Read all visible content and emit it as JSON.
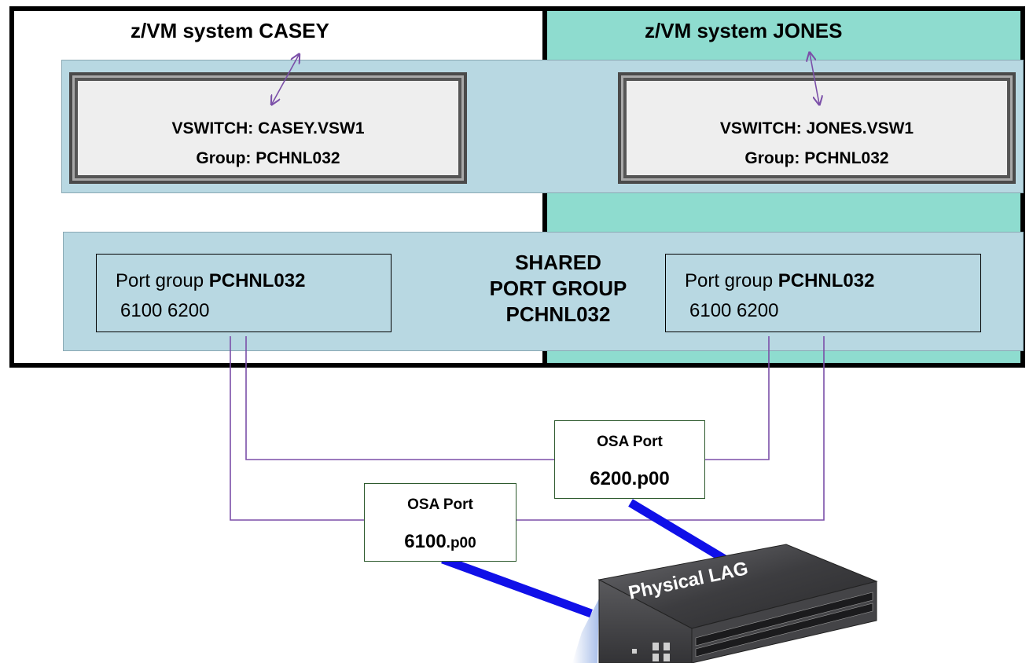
{
  "systems": {
    "left_title": "z/VM system CASEY",
    "right_title": "z/VM system JONES"
  },
  "vswitches": {
    "left": {
      "name": "VSWITCH:  CASEY.VSW1",
      "group": "Group:  PCHNL032"
    },
    "right": {
      "name": "VSWITCH:  JONES.VSW1",
      "group": "Group: PCHNL032"
    }
  },
  "port_groups": {
    "left": {
      "label": "Port group ",
      "name": "PCHNL032",
      "devices": "6100 6200"
    },
    "right": {
      "label": "Port group ",
      "name": "PCHNL032",
      "devices": "6100 6200"
    }
  },
  "shared": {
    "line1": "SHARED",
    "line2": "PORT GROUP",
    "line3": "PCHNL032"
  },
  "osa_ports": {
    "p6200": {
      "label": "OSA Port",
      "id": "6200.p00"
    },
    "p6100": {
      "label": "OSA Port",
      "id_main": "6100",
      "id_suffix": ".p00"
    }
  },
  "switch": {
    "label": "Physical LAG"
  },
  "colors": {
    "jones_bg": "#8edccf",
    "band_bg": "#b8d8e2",
    "wire": "#7b4fa8",
    "uplink": "#1010e8"
  }
}
